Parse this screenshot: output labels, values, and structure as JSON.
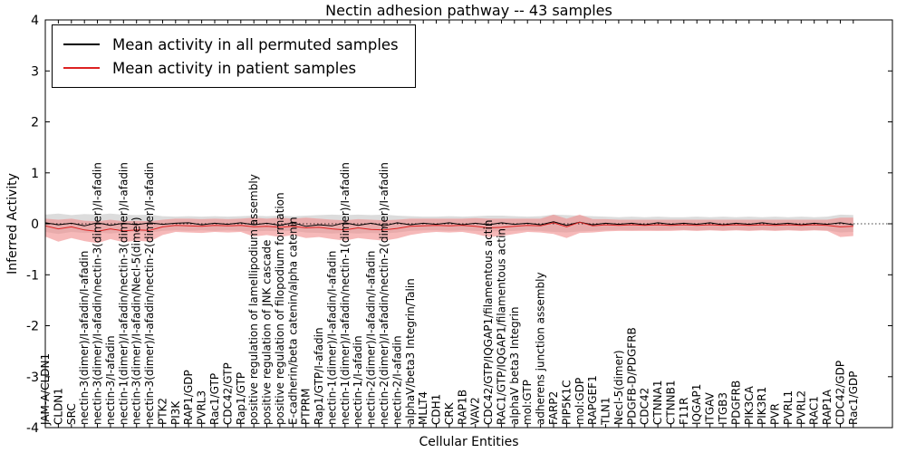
{
  "chart_data": {
    "type": "line",
    "title": "Nectin adhesion pathway -- 43 samples",
    "xlabel": "Cellular Entities",
    "ylabel": "Inferred Activity",
    "ylim": [
      -4,
      4
    ],
    "yticks": [
      -4,
      -3,
      -2,
      -1,
      0,
      1,
      2,
      3,
      4
    ],
    "xlim": [
      0,
      65
    ],
    "grid": false,
    "legend_position": "upper left",
    "zero_line": {
      "style": "dotted",
      "color": "#000000"
    },
    "categories": [
      "JAM-A/CLDN1",
      "CLDN1",
      "SRC",
      "nectin-3(dimer)/I-afadin/I-afadin",
      "nectin-3(dimer)/I-afadin/nectin-3(dimer)/I-afadin",
      "nectin-3/I-afadin",
      "nectin-1(dimer)/I-afadin/nectin-3(dimer)/I-afadin",
      "nectin-3(dimer)/I-afadin/Necl-5(dimer)",
      "nectin-3(dimer)/I-afadin/nectin-2(dimer)/I-afadin",
      "PTK2",
      "PI3K",
      "RAP1/GDP",
      "PVRL3",
      "Rac1/GTP",
      "CDC42/GTP",
      "Rap1/GTP",
      "positive regulation of lamellipodium assembly",
      "positive regulation of JNK cascade",
      "positive regulation of filopodium formation",
      "E-cadherin/beta catenin/alpha catenin",
      "PTPRM",
      "Rap1/GTP/I-afadin",
      "nectin-1(dimer)/I-afadin/I-afadin",
      "nectin-1(dimer)/I-afadin/nectin-1(dimer)/I-afadin",
      "nectin-1/I-afadin",
      "nectin-2(dimer)/I-afadin/I-afadin",
      "nectin-2(dimer)/I-afadin/nectin-2(dimer)/I-afadin",
      "nectin-2/I-afadin",
      "alphaV/beta3 Integrin/Talin",
      "MLLT4",
      "CDH1",
      "CRK",
      "RAP1B",
      "VAV2",
      "CDC42/GTP/IQGAP1/filamentous actin",
      "RAC1/GTP/IQGAP1/filamentous actin",
      "alphaV beta3 Integrin",
      "mol:GTP",
      "adherens junction assembly",
      "FARP2",
      "PIP5K1C",
      "mol:GDP",
      "RAPGEF1",
      "TLN1",
      "Necl-5(dimer)",
      "PDGFB-D/PDGFRB",
      "CDC42",
      "CTNNA1",
      "CTNNB1",
      "F11R",
      "IQGAP1",
      "ITGAV",
      "ITGB3",
      "PDGFRB",
      "PIK3CA",
      "PIK3R1",
      "PVR",
      "PVRL1",
      "PVRL2",
      "RAC1",
      "RAP1A",
      "CDC42/GDP",
      "Rac1/GDP"
    ],
    "series": [
      {
        "name": "Mean activity in all permuted samples",
        "color": "#000000",
        "band_color": "#bfbfbf",
        "band_opacity": 0.55,
        "values": [
          0.02,
          -0.02,
          0.01,
          -0.04,
          0.02,
          -0.03,
          0.01,
          -0.02,
          0.02,
          -0.01,
          0.01,
          0.02,
          -0.02,
          0.01,
          -0.01,
          0.02,
          -0.02,
          0.01,
          -0.03,
          0.02,
          -0.05,
          -0.02,
          -0.04,
          0.02,
          -0.03,
          0.01,
          -0.04,
          0.02,
          -0.02,
          0.01,
          -0.01,
          0.02,
          -0.02,
          0.01,
          -0.02,
          0.02,
          -0.01,
          0.01,
          -0.02,
          0.04,
          -0.03,
          0.03,
          -0.02,
          0.01,
          -0.01,
          0.01,
          -0.02,
          0.02,
          -0.01,
          0.01,
          -0.01,
          0.02,
          -0.02,
          0.01,
          -0.01,
          0.02,
          -0.01,
          0.01,
          -0.02,
          0.01,
          -0.01,
          0.02,
          -0.02
        ],
        "band_upper": [
          0.18,
          0.2,
          0.17,
          0.19,
          0.18,
          0.2,
          0.18,
          0.17,
          0.18,
          0.15,
          0.14,
          0.15,
          0.14,
          0.15,
          0.14,
          0.15,
          0.16,
          0.15,
          0.16,
          0.15,
          0.16,
          0.17,
          0.18,
          0.17,
          0.18,
          0.17,
          0.18,
          0.16,
          0.15,
          0.14,
          0.14,
          0.15,
          0.14,
          0.15,
          0.16,
          0.16,
          0.15,
          0.14,
          0.15,
          0.18,
          0.17,
          0.16,
          0.15,
          0.14,
          0.13,
          0.14,
          0.13,
          0.14,
          0.13,
          0.13,
          0.14,
          0.13,
          0.14,
          0.13,
          0.14,
          0.13,
          0.14,
          0.13,
          0.14,
          0.13,
          0.14,
          0.18,
          0.17
        ],
        "band_lower": [
          -0.16,
          -0.2,
          -0.16,
          -0.18,
          -0.17,
          -0.19,
          -0.17,
          -0.16,
          -0.17,
          -0.14,
          -0.13,
          -0.14,
          -0.13,
          -0.14,
          -0.13,
          -0.14,
          -0.15,
          -0.14,
          -0.15,
          -0.14,
          -0.17,
          -0.18,
          -0.19,
          -0.18,
          -0.19,
          -0.18,
          -0.19,
          -0.17,
          -0.14,
          -0.13,
          -0.13,
          -0.14,
          -0.13,
          -0.14,
          -0.15,
          -0.15,
          -0.14,
          -0.13,
          -0.14,
          -0.16,
          -0.17,
          -0.15,
          -0.14,
          -0.13,
          -0.12,
          -0.13,
          -0.12,
          -0.13,
          -0.12,
          -0.12,
          -0.13,
          -0.12,
          -0.13,
          -0.12,
          -0.13,
          -0.12,
          -0.13,
          -0.12,
          -0.13,
          -0.12,
          -0.13,
          -0.17,
          -0.16
        ]
      },
      {
        "name": "Mean activity in patient samples",
        "color": "#dd2222",
        "band_color": "#f08a8a",
        "band_opacity": 0.6,
        "values": [
          -0.04,
          -0.1,
          -0.06,
          -0.12,
          -0.15,
          -0.1,
          -0.14,
          -0.12,
          -0.13,
          -0.06,
          -0.03,
          -0.04,
          -0.05,
          -0.03,
          -0.04,
          -0.03,
          -0.06,
          -0.05,
          -0.07,
          -0.05,
          -0.08,
          -0.07,
          -0.1,
          -0.12,
          -0.08,
          -0.11,
          -0.12,
          -0.09,
          -0.05,
          -0.04,
          -0.03,
          -0.04,
          -0.03,
          -0.05,
          -0.08,
          -0.07,
          -0.05,
          -0.03,
          -0.04,
          0.02,
          -0.06,
          0.03,
          -0.04,
          -0.02,
          -0.03,
          -0.02,
          -0.03,
          -0.02,
          -0.03,
          -0.02,
          -0.03,
          -0.02,
          -0.03,
          -0.02,
          -0.03,
          -0.02,
          -0.03,
          -0.02,
          -0.03,
          -0.02,
          -0.03,
          -0.06,
          -0.05
        ],
        "band_upper": [
          0.1,
          0.08,
          0.1,
          0.06,
          0.05,
          0.08,
          0.05,
          0.06,
          0.05,
          0.08,
          0.1,
          0.1,
          0.09,
          0.1,
          0.09,
          0.1,
          0.12,
          0.1,
          0.12,
          0.1,
          0.12,
          0.1,
          0.08,
          0.07,
          0.09,
          0.08,
          0.07,
          0.08,
          0.1,
          0.1,
          0.1,
          0.1,
          0.1,
          0.11,
          0.1,
          0.1,
          0.1,
          0.1,
          0.1,
          0.18,
          0.1,
          0.18,
          0.09,
          0.09,
          0.08,
          0.08,
          0.08,
          0.08,
          0.08,
          0.08,
          0.08,
          0.08,
          0.08,
          0.08,
          0.08,
          0.08,
          0.08,
          0.08,
          0.08,
          0.08,
          0.08,
          0.12,
          0.12
        ],
        "band_lower": [
          -0.25,
          -0.35,
          -0.28,
          -0.34,
          -0.38,
          -0.3,
          -0.36,
          -0.33,
          -0.35,
          -0.22,
          -0.16,
          -0.17,
          -0.18,
          -0.16,
          -0.17,
          -0.16,
          -0.25,
          -0.22,
          -0.26,
          -0.22,
          -0.28,
          -0.26,
          -0.3,
          -0.33,
          -0.28,
          -0.31,
          -0.33,
          -0.29,
          -0.22,
          -0.18,
          -0.16,
          -0.17,
          -0.16,
          -0.2,
          -0.26,
          -0.24,
          -0.2,
          -0.16,
          -0.17,
          -0.2,
          -0.28,
          -0.18,
          -0.17,
          -0.15,
          -0.14,
          -0.14,
          -0.14,
          -0.14,
          -0.14,
          -0.13,
          -0.14,
          -0.13,
          -0.14,
          -0.13,
          -0.14,
          -0.13,
          -0.14,
          -0.13,
          -0.14,
          -0.13,
          -0.14,
          -0.26,
          -0.24
        ]
      }
    ]
  }
}
